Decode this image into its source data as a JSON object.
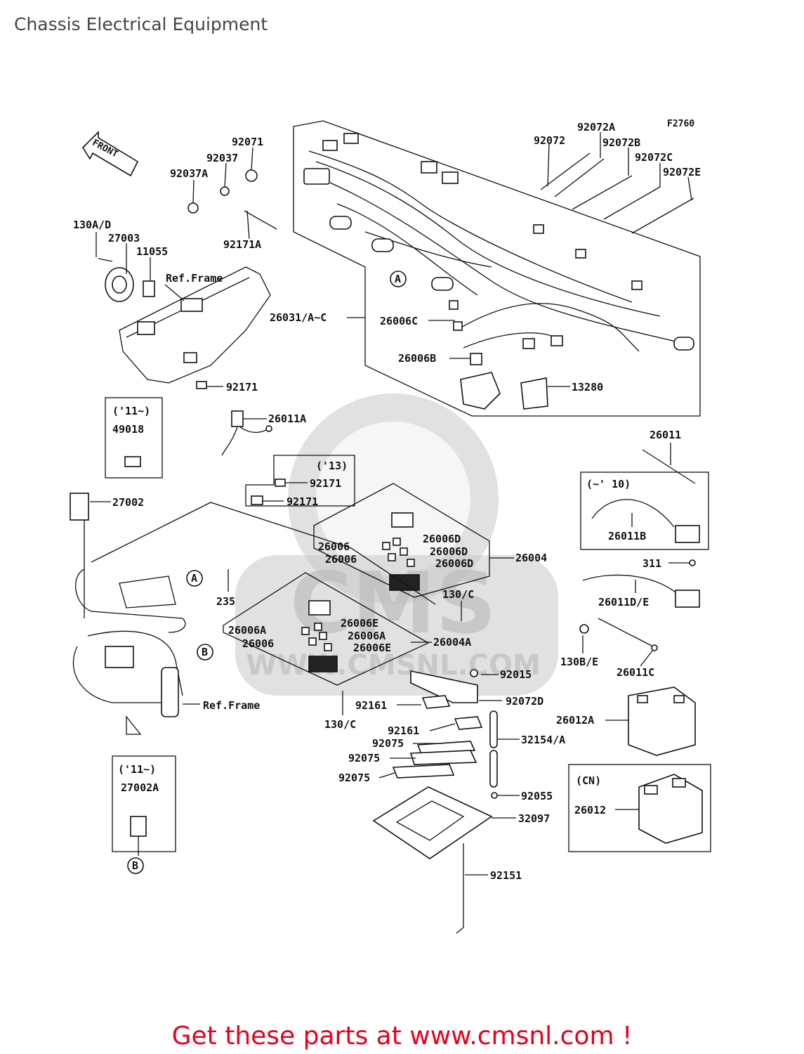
{
  "header": {
    "title": "Chassis Electrical Equipment"
  },
  "figure_code": "F2760",
  "front_arrow": "FRONT",
  "watermark": {
    "brand": "CMS",
    "url": "WWW.CMSNL.COM"
  },
  "callouts": {
    "A": "A",
    "B": "B"
  },
  "boxes": {
    "y11_49018": "('11~)",
    "y13": "('13)",
    "y10": "(~' 10)",
    "cn": "(CN)",
    "y11_27002A": "('11~)"
  },
  "labels": [
    "92071",
    "92037",
    "92037A",
    "92171A",
    "130A/D",
    "27003",
    "11055",
    "Ref.Frame",
    "92072",
    "92072A",
    "92072B",
    "92072C",
    "92072E",
    "26031/A~C",
    "26006C",
    "26006B",
    "13280",
    "92171",
    "26011A",
    "49018",
    "92171",
    "92171",
    "27002",
    "26006",
    "26006D",
    "26006D",
    "26006",
    "26006D",
    "26004",
    "235",
    "130/C",
    "26006A",
    "26006E",
    "26006A",
    "26006",
    "26006E",
    "26004A",
    "Ref.Frame",
    "130/C",
    "92015",
    "92161",
    "92072D",
    "92161",
    "92075",
    "92075",
    "92075",
    "32154/A",
    "92055",
    "32097",
    "92151",
    "27002A",
    "26011",
    "26011B",
    "311",
    "26011D/E",
    "130B/E",
    "26011C",
    "26012A",
    "26012"
  ],
  "footer": {
    "promo": "Get these parts at www.cmsnl.com !"
  }
}
